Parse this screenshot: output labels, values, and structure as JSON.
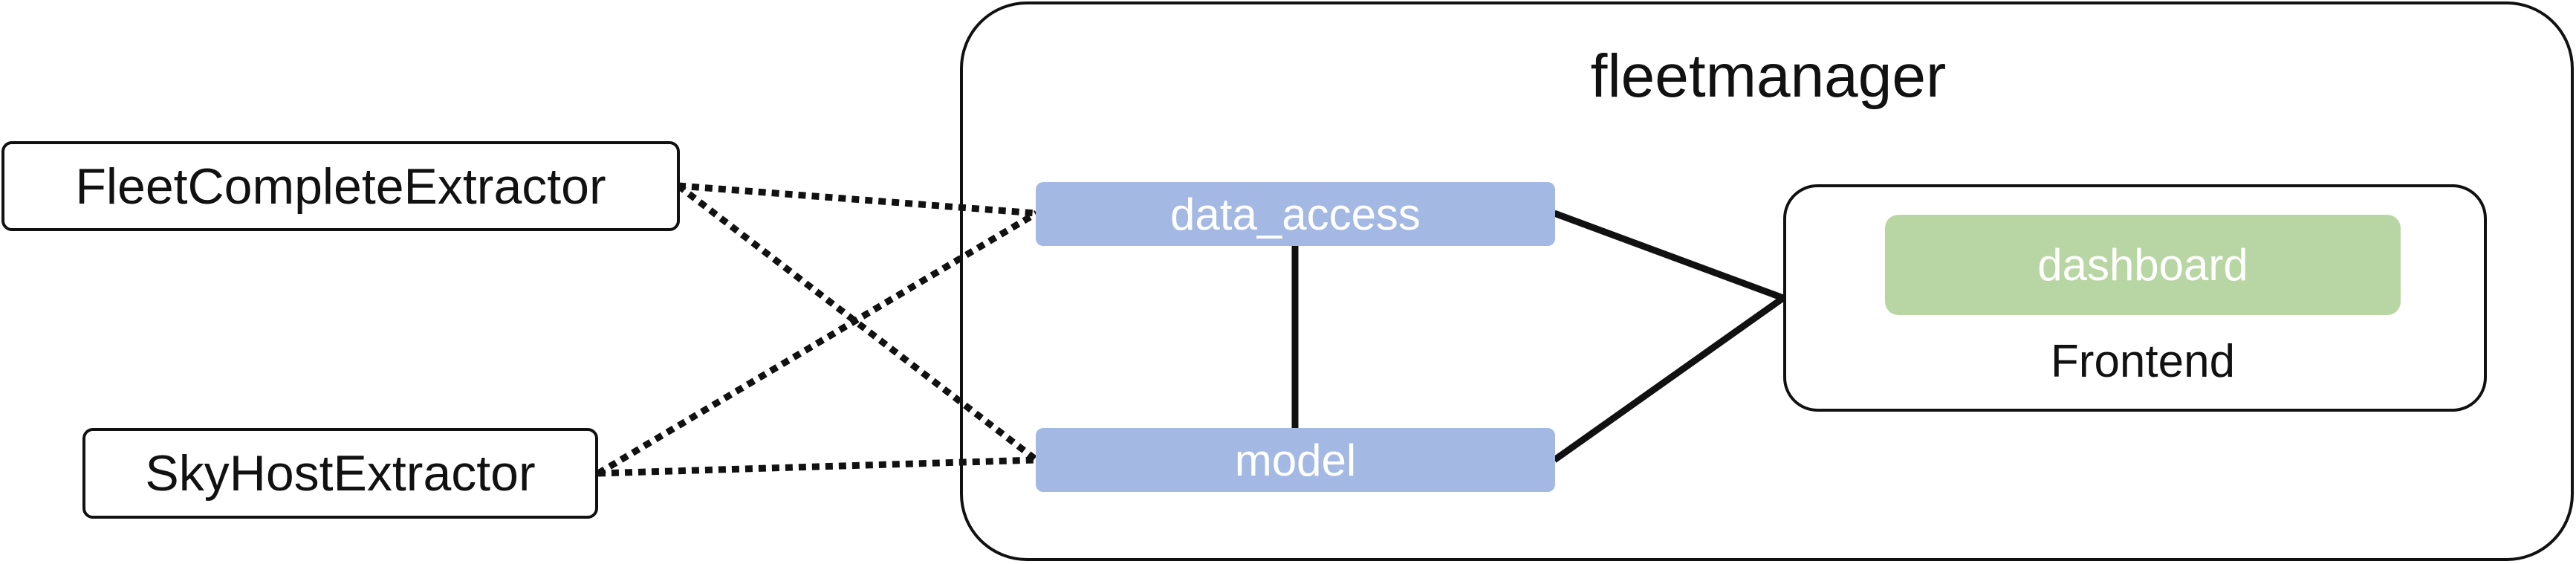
{
  "container": {
    "title": "fleetmanager"
  },
  "modules": {
    "data_access": "data_access",
    "model": "model"
  },
  "frontend": {
    "title": "Frontend",
    "dashboard": "dashboard"
  },
  "extractors": {
    "fleet_complete": "FleetCompleteExtractor",
    "sky_host": "SkyHostExtractor"
  },
  "colors": {
    "module_fill": "#a3b8e2",
    "dashboard_fill": "#b8d6a3",
    "stroke": "#111111"
  },
  "connections": [
    {
      "from": "FleetCompleteExtractor",
      "to": "data_access",
      "style": "dotted"
    },
    {
      "from": "FleetCompleteExtractor",
      "to": "model",
      "style": "dotted"
    },
    {
      "from": "SkyHostExtractor",
      "to": "data_access",
      "style": "dotted"
    },
    {
      "from": "SkyHostExtractor",
      "to": "model",
      "style": "dotted"
    },
    {
      "from": "data_access",
      "to": "model",
      "style": "solid"
    },
    {
      "from": "data_access",
      "to": "Frontend",
      "style": "solid"
    },
    {
      "from": "model",
      "to": "Frontend",
      "style": "solid"
    }
  ]
}
